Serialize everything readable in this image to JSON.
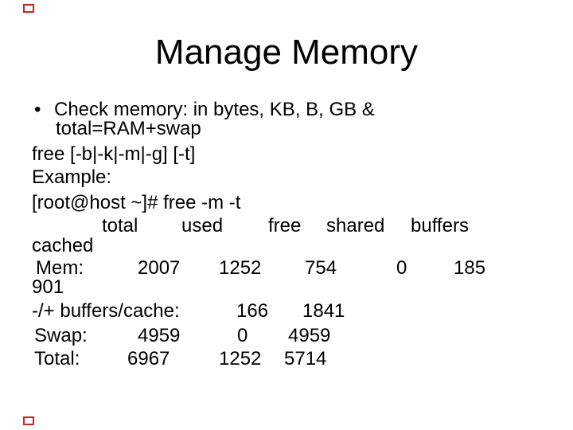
{
  "slide": {
    "title": "Manage Memory",
    "bullet": {
      "marker": "•",
      "line1": "Check memory: in bytes, KB, B, GB &",
      "line2": "total=RAM+swap"
    },
    "lines": {
      "free_cmd": "free [-b|-k|-m|-g] [-t]",
      "example_label": "Example:",
      "prompt": "[root@host ~]# free -m -t"
    },
    "console": {
      "header": {
        "total": "total",
        "used": "used",
        "free": "free",
        "shared": "shared",
        "buffers": "buffers"
      },
      "header_wrap": "cached",
      "mem": {
        "label": "Mem:",
        "total": "2007",
        "used": "1252",
        "free": "754",
        "shared": "0",
        "buffers": "185"
      },
      "mem_wrap": "901",
      "buffers_cache": {
        "label": "-/+ buffers/cache:",
        "used": "166",
        "free": "1841"
      },
      "swap": {
        "label": "Swap:",
        "total": "4959",
        "used": "0",
        "free": "4959"
      },
      "total": {
        "label": "Total:",
        "total": "6967",
        "used": "1252",
        "free": "5714"
      }
    },
    "colors": {
      "text": "#000000",
      "background": "#ffffff",
      "corner_marker": "#cc2222"
    }
  }
}
